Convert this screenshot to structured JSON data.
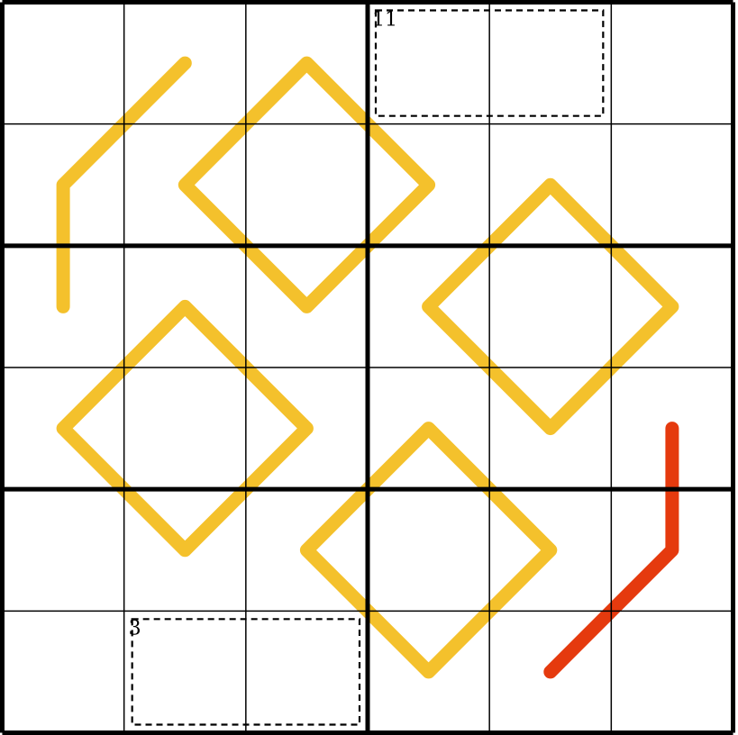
{
  "puzzle": {
    "grid_size": 6,
    "box_columns": 3,
    "box_rows": 2,
    "cages": [
      {
        "sum": "11",
        "cells": [
          [
            0,
            3
          ],
          [
            0,
            4
          ]
        ]
      },
      {
        "sum": "3",
        "cells": [
          [
            5,
            1
          ],
          [
            5,
            2
          ]
        ]
      }
    ],
    "lines": [
      {
        "color": "#f4c12c",
        "cells": [
          [
            0,
            1
          ],
          [
            1,
            0
          ],
          [
            2,
            0
          ]
        ]
      },
      {
        "color": "#f4c12c",
        "cells": [
          [
            0,
            2
          ],
          [
            1,
            3
          ],
          [
            2,
            2
          ],
          [
            1,
            1
          ],
          [
            0,
            2
          ]
        ]
      },
      {
        "color": "#f4c12c",
        "cells": [
          [
            1,
            4
          ],
          [
            2,
            5
          ],
          [
            3,
            4
          ],
          [
            2,
            3
          ],
          [
            1,
            4
          ]
        ]
      },
      {
        "color": "#f4c12c",
        "cells": [
          [
            2,
            1
          ],
          [
            3,
            2
          ],
          [
            4,
            1
          ],
          [
            3,
            0
          ],
          [
            2,
            1
          ]
        ]
      },
      {
        "color": "#f4c12c",
        "cells": [
          [
            3,
            3
          ],
          [
            4,
            4
          ],
          [
            5,
            3
          ],
          [
            4,
            2
          ],
          [
            3,
            3
          ]
        ]
      },
      {
        "color": "#e53a0e",
        "cells": [
          [
            3,
            5
          ],
          [
            4,
            5
          ],
          [
            5,
            4
          ]
        ]
      }
    ]
  }
}
